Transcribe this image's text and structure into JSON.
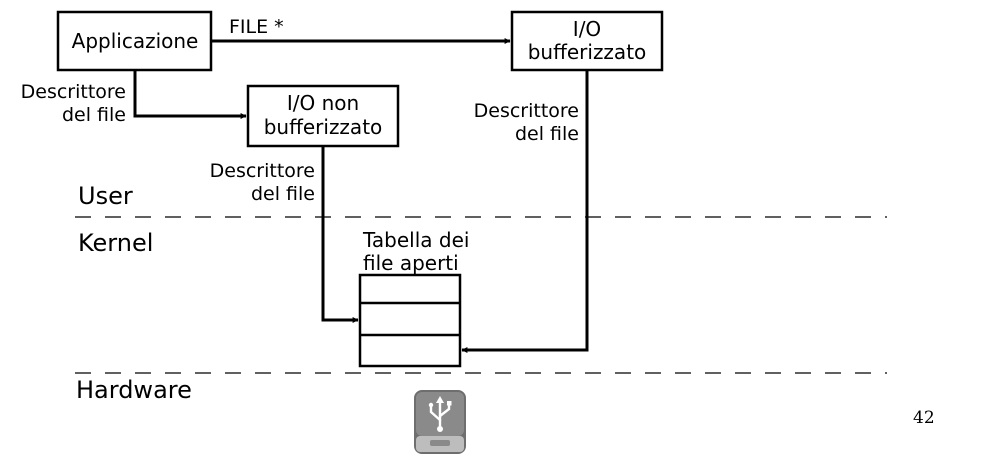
{
  "nodes": {
    "app": {
      "label": "Applicazione"
    },
    "buffered": {
      "label_line1": "I/O",
      "label_line2": "bufferizzato"
    },
    "unbuffered": {
      "label_line1": "I/O non",
      "label_line2": "bufferizzato"
    },
    "file_table": {
      "label_line1": "Tabella dei",
      "label_line2": "file aperti"
    }
  },
  "edges": {
    "app_to_buffered": {
      "label": "FILE *"
    },
    "app_to_unbuffered": {
      "label_line1": "Descrittore",
      "label_line2": "del file"
    },
    "unbuffered_to_table": {
      "label_line1": "Descrittore",
      "label_line2": "del file"
    },
    "buffered_to_table": {
      "label_line1": "Descrittore",
      "label_line2": "del file"
    }
  },
  "layers": {
    "user": "User",
    "kernel": "Kernel",
    "hardware": "Hardware"
  },
  "device": {
    "icon": "usb-drive-icon"
  },
  "page_number": "42"
}
